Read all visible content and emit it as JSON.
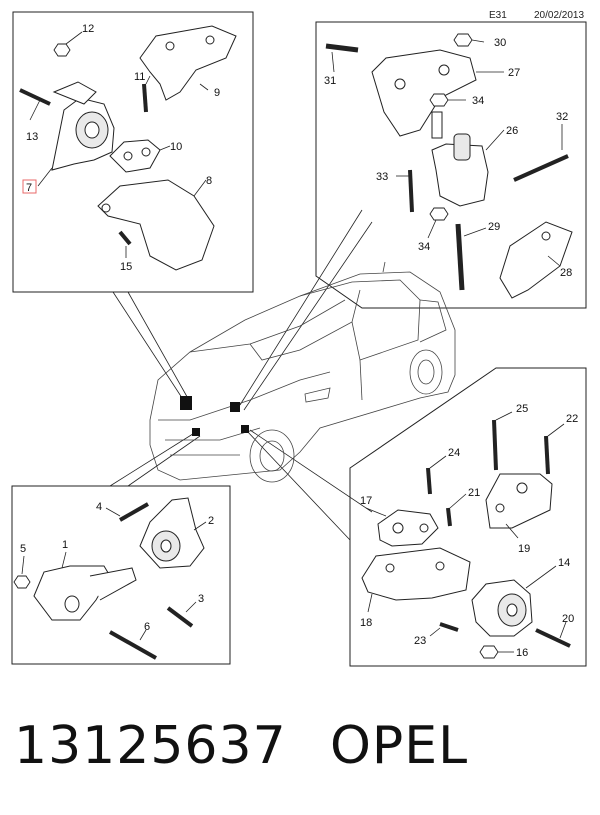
{
  "header": {
    "code": "E31",
    "date": "20/02/2013"
  },
  "labels": {
    "p1": "1",
    "p2": "2",
    "p3": "3",
    "p4": "4",
    "p5": "5",
    "p6": "6",
    "p7": "7",
    "p8": "8",
    "p9": "9",
    "p10": "10",
    "p11": "11",
    "p12": "12",
    "p13": "13",
    "p14": "14",
    "p15": "15",
    "p16": "16",
    "p17": "17",
    "p18": "18",
    "p19": "19",
    "p20": "20",
    "p21": "21",
    "p22": "22",
    "p23": "23",
    "p24": "24",
    "p25": "25",
    "p26": "26",
    "p27": "27",
    "p28": "28",
    "p29": "29",
    "p30": "30",
    "p31": "31",
    "p32": "32",
    "p33": "33",
    "p34a": "34",
    "p34b": "34"
  },
  "footer": {
    "part_number": "13125637",
    "brand": "OPEL"
  },
  "colors": {
    "highlight_box": "#e86a6a"
  }
}
